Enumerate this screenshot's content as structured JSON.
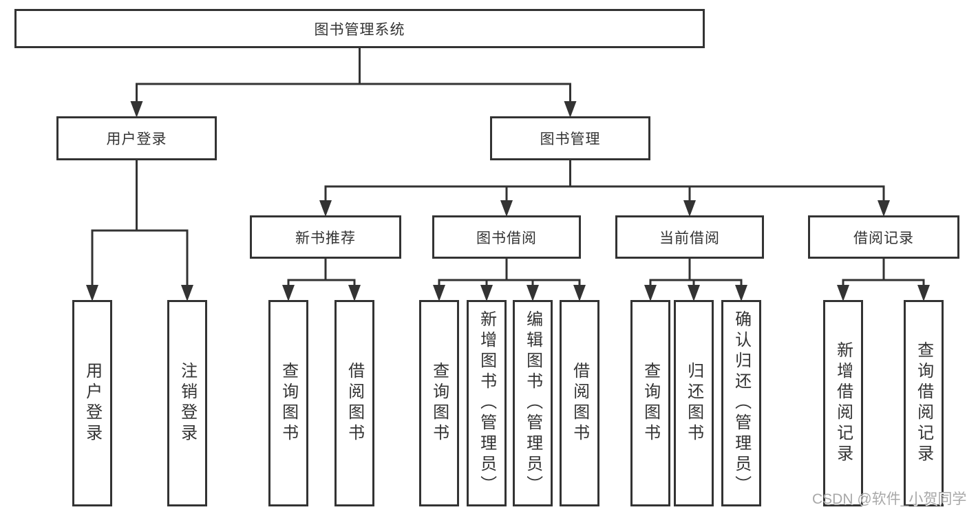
{
  "watermark": "CSDN @软件_小贺同学",
  "colors": {
    "line": "#333333",
    "box_border": "#333333",
    "box_fill": "#ffffff",
    "text": "#333333",
    "watermark": "#a8a8a8"
  },
  "tree": {
    "root": {
      "label": "图书管理系统",
      "children": [
        {
          "label": "用户登录",
          "children": [
            {
              "label": "用户登录"
            },
            {
              "label": "注销登录"
            }
          ]
        },
        {
          "label": "图书管理",
          "children": [
            {
              "label": "新书推荐",
              "children": [
                {
                  "label": "查询图书"
                },
                {
                  "label": "借阅图书"
                }
              ]
            },
            {
              "label": "图书借阅",
              "children": [
                {
                  "label": "查询图书"
                },
                {
                  "label": "新增图书（管理员）"
                },
                {
                  "label": "编辑图书（管理员）"
                },
                {
                  "label": "借阅图书"
                }
              ]
            },
            {
              "label": "当前借阅",
              "children": [
                {
                  "label": "查询图书"
                },
                {
                  "label": "归还图书"
                },
                {
                  "label": "确认归还（管理员）"
                }
              ]
            },
            {
              "label": "借阅记录",
              "children": [
                {
                  "label": "新增借阅记录"
                },
                {
                  "label": "查询借阅记录"
                }
              ]
            }
          ]
        }
      ]
    }
  }
}
